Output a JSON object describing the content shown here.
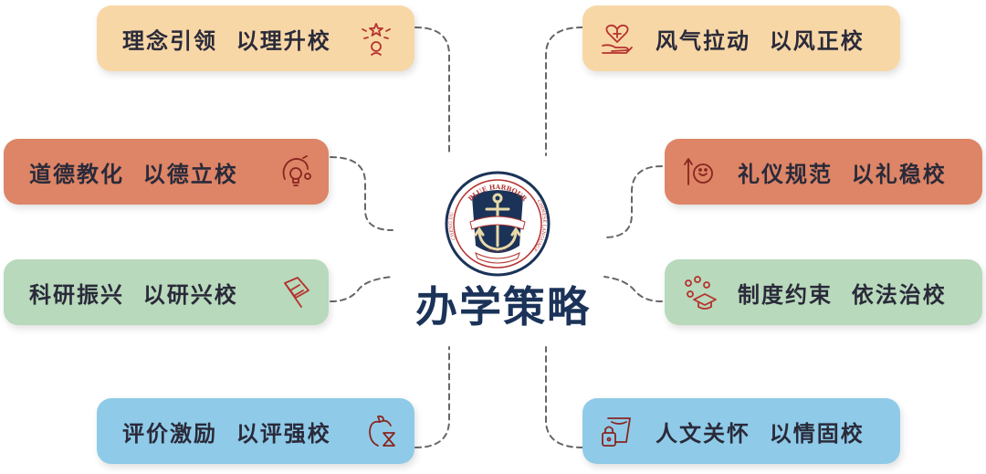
{
  "center": {
    "title": "办学策略",
    "emblem": {
      "arc_top": "BLUE HARBOUR",
      "arc_bottom": "SCHOOL",
      "arc_left": "CHENG DU",
      "arc_right": "CHINESE LANGUAGE"
    }
  },
  "left": [
    {
      "label": "理念引领  以理升校",
      "icon": "idea-person-icon",
      "color": "#f8d7a6"
    },
    {
      "label": "道德教化  以德立校",
      "icon": "lightbulb-head-icon",
      "color": "#dd8566"
    },
    {
      "label": "科研振兴  以研兴校",
      "icon": "flag-icon",
      "color": "#b8d9bb"
    },
    {
      "label": "评价激励  以评强校",
      "icon": "apple-hourglass-icon",
      "color": "#8fcbe8"
    }
  ],
  "right": [
    {
      "label": "风气拉动  以风正校",
      "icon": "heart-hand-icon",
      "color": "#f8d7a6"
    },
    {
      "label": "礼仪规范  以礼稳校",
      "icon": "manners-icon",
      "color": "#dd8566"
    },
    {
      "label": "制度约束  依法治校",
      "icon": "graduation-cap-icon",
      "color": "#b8d9bb"
    },
    {
      "label": "人文关怀  以情固校",
      "icon": "lock-bucket-icon",
      "color": "#8fcbe8"
    }
  ],
  "icon_color": "#b5322f"
}
